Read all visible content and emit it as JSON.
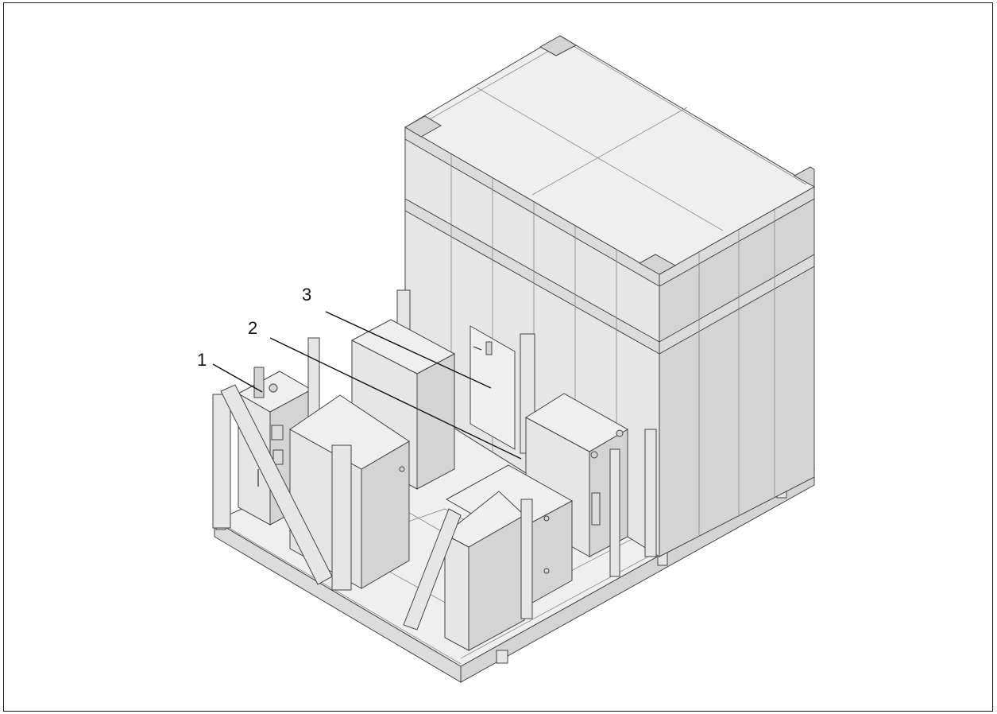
{
  "figure": {
    "callouts": [
      {
        "id": "1",
        "label": "1"
      },
      {
        "id": "2",
        "label": "2"
      },
      {
        "id": "3",
        "label": "3"
      }
    ]
  },
  "colors": {
    "line": "#222222",
    "panel_light": "#e6e6e6",
    "panel_dark": "#d4d4d4",
    "top": "#efefef"
  }
}
